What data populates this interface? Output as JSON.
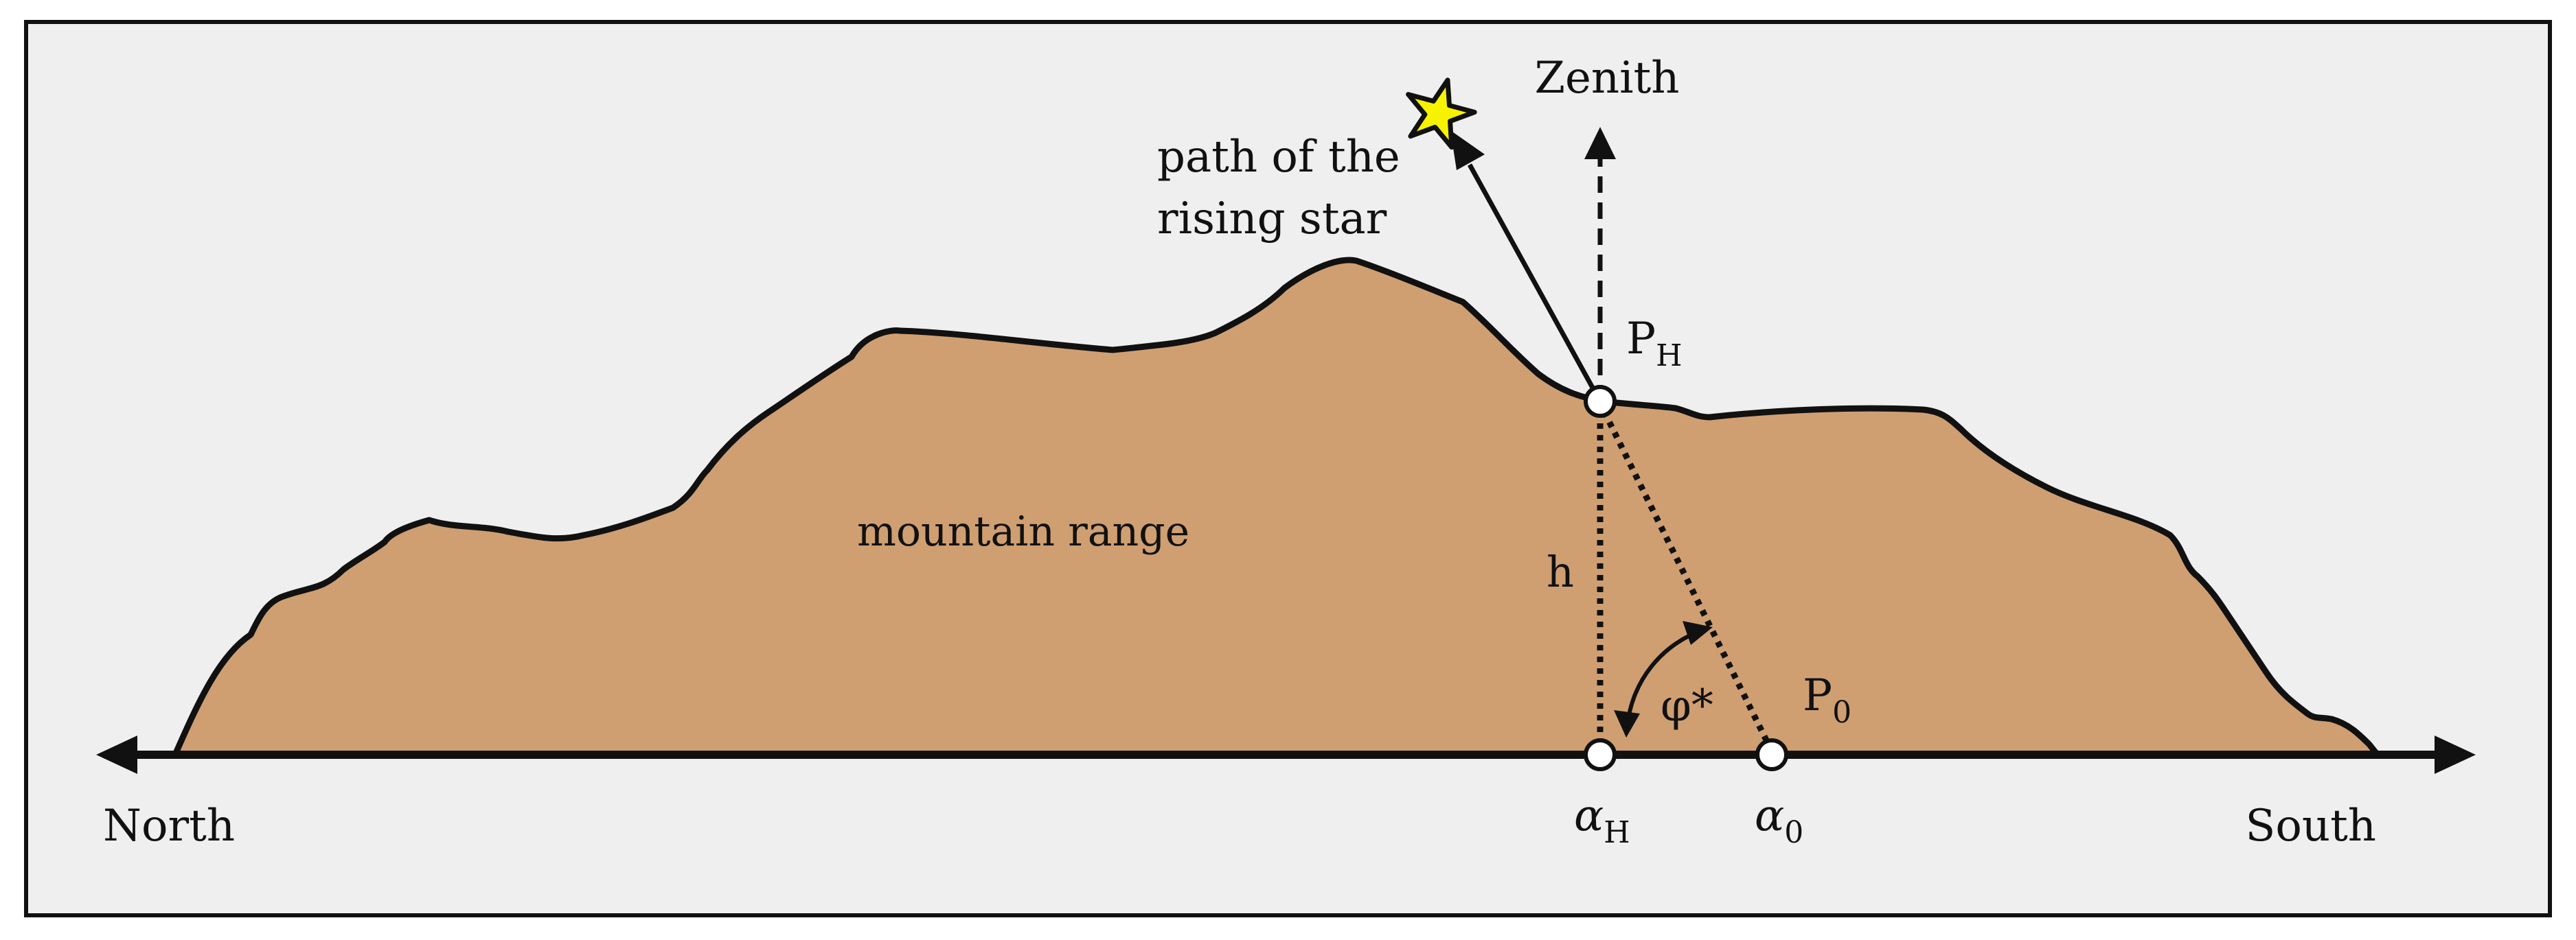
{
  "colors": {
    "background": "#efefef",
    "frame": "#111111",
    "mountain": "#cf9f72",
    "outline": "#111111",
    "star": "#f7f200",
    "point_fill": "#ffffff"
  },
  "labels": {
    "zenith": "Zenith",
    "star_path_line1": "path of the",
    "star_path_line2": "rising star",
    "mountain": "mountain range",
    "height": "h",
    "angle": "φ*",
    "north": "North",
    "south": "South",
    "point_top": {
      "base": "P",
      "sub": "H"
    },
    "point_ground": {
      "base": "P",
      "sub": "0"
    },
    "azimuth_h": {
      "base": "α",
      "sub": "H"
    },
    "azimuth_0": {
      "base": "α",
      "sub": "0"
    }
  },
  "icons": {
    "star": "star-icon",
    "arrows": "arrow-head-icon"
  }
}
